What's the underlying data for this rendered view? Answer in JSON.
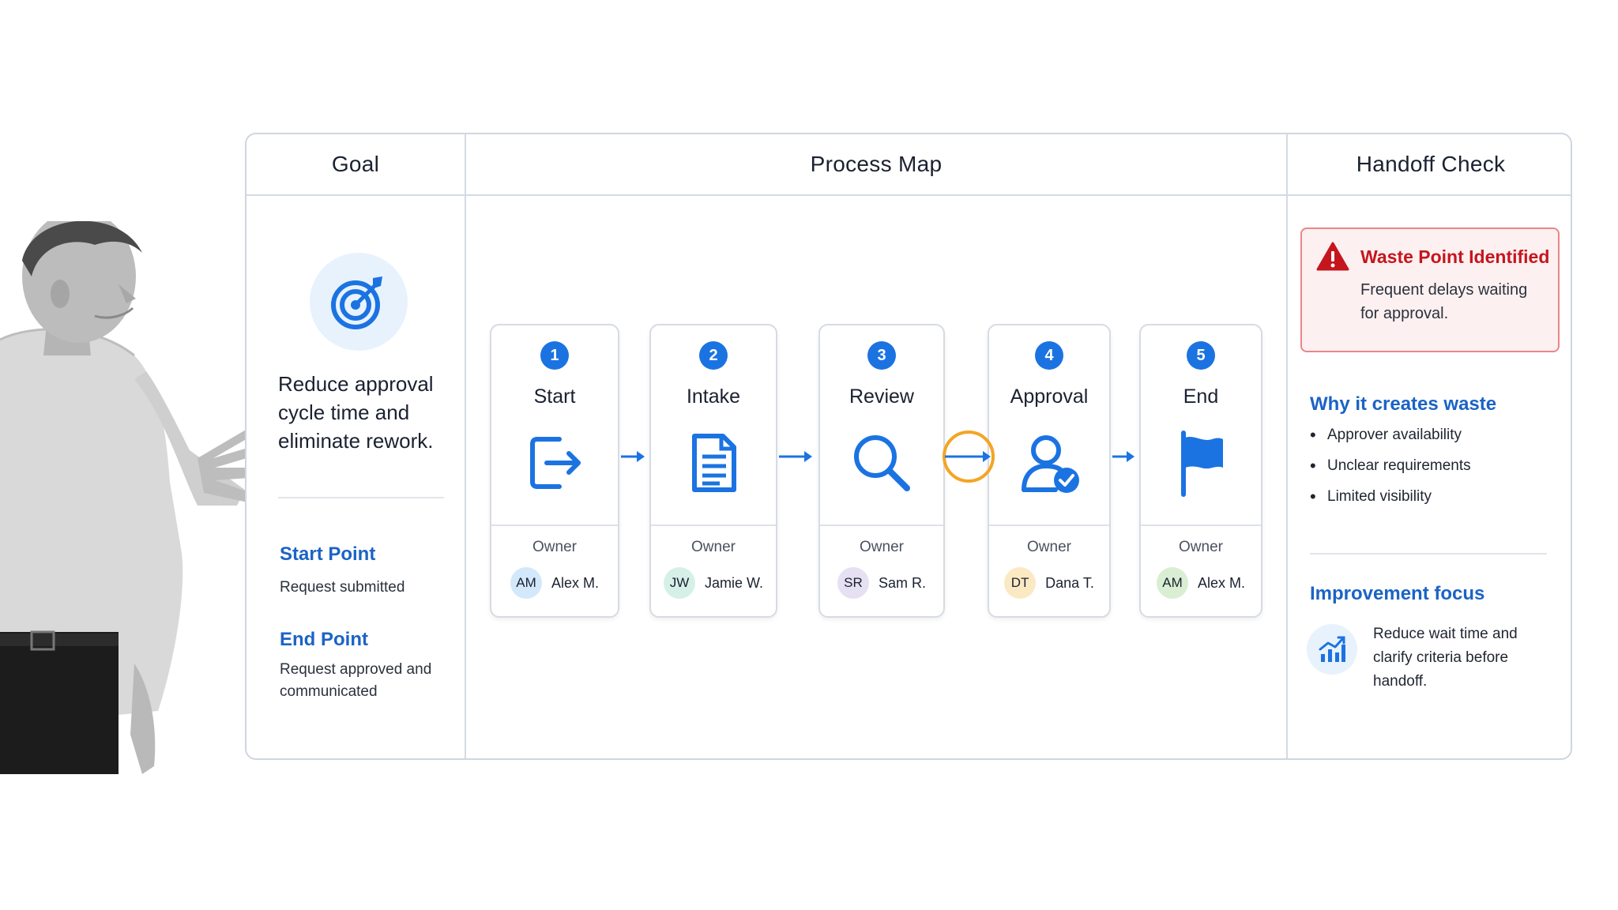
{
  "columns": {
    "goal": "Goal",
    "process_map": "Process Map",
    "handoff_check": "Handoff Check"
  },
  "goal": {
    "icon": "target-icon",
    "statement": "Reduce approval cycle time and eliminate rework.",
    "start_point": {
      "title": "Start Point",
      "value": "Request submitted"
    },
    "end_point": {
      "title": "End Point",
      "value": "Request approved and communicated"
    }
  },
  "process": {
    "owner_label": "Owner",
    "steps": [
      {
        "number": "1",
        "label": "Start",
        "icon": "exit-arrow-icon",
        "owner_initials": "AM",
        "owner_name": "Alex M.",
        "avatar_color": "#d4e8fb"
      },
      {
        "number": "2",
        "label": "Intake",
        "icon": "document-icon",
        "owner_initials": "JW",
        "owner_name": "Jamie W.",
        "avatar_color": "#d6f0e8"
      },
      {
        "number": "3",
        "label": "Review",
        "icon": "magnifier-icon",
        "owner_initials": "SR",
        "owner_name": "Sam R.",
        "avatar_color": "#e6e0f3"
      },
      {
        "number": "4",
        "label": "Approval",
        "icon": "user-check-icon",
        "owner_initials": "DT",
        "owner_name": "Dana T.",
        "avatar_color": "#fbe9c4"
      },
      {
        "number": "5",
        "label": "End",
        "icon": "flag-icon",
        "owner_initials": "AM",
        "owner_name": "Alex M.",
        "avatar_color": "#d9eed3"
      }
    ],
    "highlight_color": "#f4a524",
    "accent_color": "#1b73e2"
  },
  "handoff": {
    "alert": {
      "icon": "warning-icon",
      "title": "Waste Point Identified",
      "body": "Frequent delays waiting for approval."
    },
    "why_title": "Why it creates waste",
    "reasons": [
      "Approver availability",
      "Unclear requirements",
      "Limited visibility"
    ],
    "focus_title": "Improvement focus",
    "focus_icon": "growth-chart-icon",
    "focus_body": "Reduce wait time and clarify criteria before handoff."
  }
}
